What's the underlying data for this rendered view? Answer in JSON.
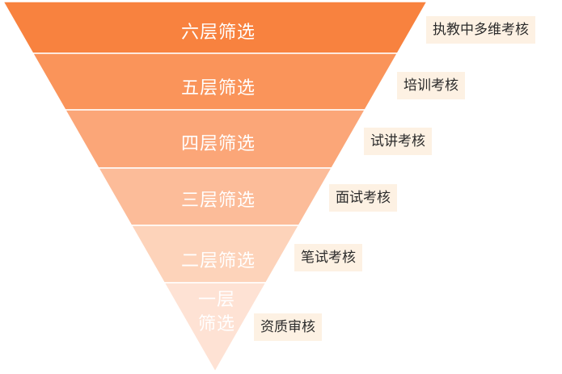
{
  "levels": [
    {
      "name": "六层筛选",
      "assessment": "执教中多维考核",
      "color": "#f8823f"
    },
    {
      "name": "五层筛选",
      "assessment": "培训考核",
      "color": "#fa945a"
    },
    {
      "name": "四层筛选",
      "assessment": "试讲考核",
      "color": "#fba678"
    },
    {
      "name": "三层筛选",
      "assessment": "面试考核",
      "color": "#fcbc99"
    },
    {
      "name": "二层筛选",
      "assessment": "笔试考核",
      "color": "#fdd3ba"
    },
    {
      "name": "一层筛选",
      "assessment": "资质审核",
      "color": "#fee2d4"
    }
  ]
}
